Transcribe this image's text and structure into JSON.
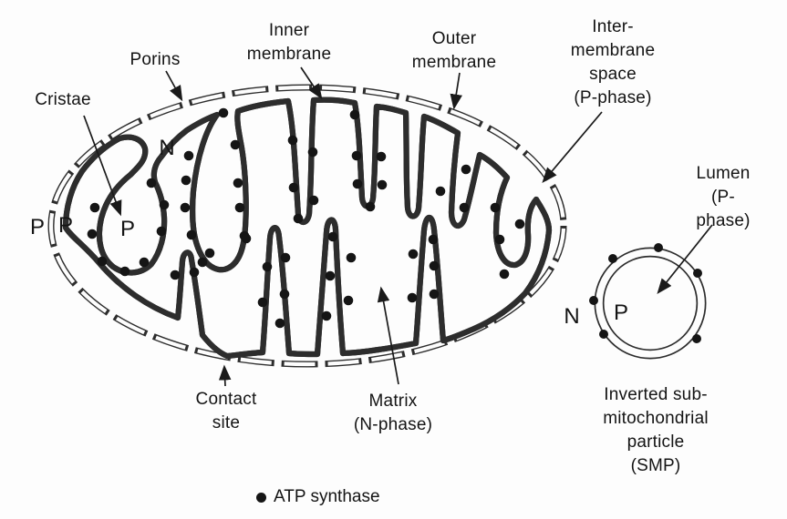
{
  "figure": {
    "title_implicit": "Mitochondrion compartments diagram",
    "labels": {
      "porins": "Porins",
      "inner_membrane": "Inner\nmembrane",
      "outer_membrane": "Outer\nmembrane",
      "intermembrane_space": "Inter-\nmembrane\nspace\n(P-phase)",
      "cristae": "Cristae",
      "lumen": "Lumen\n(P-phase)",
      "contact_site": "Contact\nsite",
      "matrix": "Matrix\n(N-phase)",
      "smp": "Inverted sub-\nmitochondrial\nparticle\n(SMP)"
    },
    "phase_letters": {
      "cytosol_p": "P",
      "intermembrane_p": "P",
      "crista_lumen_p": "P",
      "matrix_n": "N",
      "smp_outside_n": "N",
      "smp_inside_p": "P"
    },
    "legend": {
      "label": "ATP synthase"
    },
    "colors": {
      "line": "#2d2d2d",
      "dot": "#151515",
      "text": "#141414",
      "background": "#ffffff"
    },
    "atp_synthase_positions": [
      [
        104,
        228
      ],
      [
        101,
        257
      ],
      [
        112,
        287
      ],
      [
        137,
        298
      ],
      [
        158,
        288
      ],
      [
        177,
        254
      ],
      [
        180,
        225
      ],
      [
        166,
        201
      ],
      [
        207,
        171
      ],
      [
        204,
        198
      ],
      [
        203,
        228
      ],
      [
        210,
        258
      ],
      [
        222,
        288
      ],
      [
        245,
        124
      ],
      [
        258,
        159
      ],
      [
        261,
        201
      ],
      [
        263,
        228
      ],
      [
        268,
        259
      ],
      [
        192,
        302
      ],
      [
        213,
        299
      ],
      [
        230,
        278
      ],
      [
        270,
        262
      ],
      [
        321,
        154
      ],
      [
        343,
        167
      ],
      [
        322,
        206
      ],
      [
        344,
        220
      ],
      [
        327,
        240
      ],
      [
        389,
        126
      ],
      [
        391,
        171
      ],
      [
        392,
        202
      ],
      [
        418,
        172
      ],
      [
        419,
        203
      ],
      [
        406,
        227
      ],
      [
        483,
        210
      ],
      [
        511,
        186
      ],
      [
        509,
        228
      ],
      [
        543,
        228
      ],
      [
        570,
        246
      ],
      [
        548,
        263
      ],
      [
        553,
        301
      ],
      [
        313,
        283
      ],
      [
        293,
        293
      ],
      [
        312,
        323
      ],
      [
        288,
        332
      ],
      [
        307,
        355
      ],
      [
        365,
        260
      ],
      [
        385,
        283
      ],
      [
        362,
        303
      ],
      [
        382,
        330
      ],
      [
        358,
        347
      ],
      [
        475,
        263
      ],
      [
        453,
        279
      ],
      [
        476,
        292
      ],
      [
        452,
        327
      ],
      [
        476,
        323
      ]
    ],
    "smp_dot_positions": [
      [
        722,
        272
      ],
      [
        672,
        284
      ],
      [
        765,
        300
      ],
      [
        651,
        330
      ],
      [
        662,
        367
      ],
      [
        764,
        372
      ]
    ]
  }
}
